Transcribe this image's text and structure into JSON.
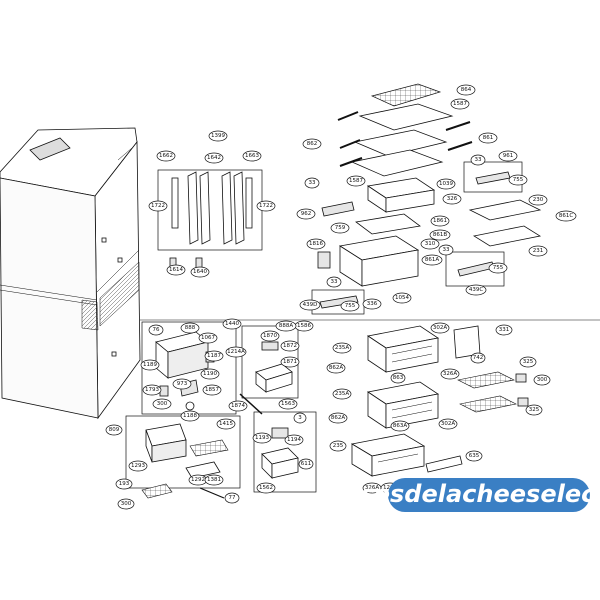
{
  "callouts": [
    {
      "id": "c864",
      "text": "864"
    },
    {
      "id": "c1587a",
      "text": "1587"
    },
    {
      "id": "c862",
      "text": "862"
    },
    {
      "id": "c861",
      "text": "861"
    },
    {
      "id": "c1587b",
      "text": "1587"
    },
    {
      "id": "c33a",
      "text": "33"
    },
    {
      "id": "c961",
      "text": "961"
    },
    {
      "id": "c755a",
      "text": "755"
    },
    {
      "id": "c1039",
      "text": "1039"
    },
    {
      "id": "c33b",
      "text": "33"
    },
    {
      "id": "c326",
      "text": "326"
    },
    {
      "id": "c962",
      "text": "962"
    },
    {
      "id": "c1861",
      "text": "1861"
    },
    {
      "id": "c759",
      "text": "759"
    },
    {
      "id": "c861b",
      "text": "861B"
    },
    {
      "id": "c230",
      "text": "230"
    },
    {
      "id": "c861c",
      "text": "861C"
    },
    {
      "id": "c1816",
      "text": "1816"
    },
    {
      "id": "c310",
      "text": "310"
    },
    {
      "id": "c33c",
      "text": "33"
    },
    {
      "id": "c861a",
      "text": "861A"
    },
    {
      "id": "c231",
      "text": "231"
    },
    {
      "id": "c755b",
      "text": "755"
    },
    {
      "id": "c33d",
      "text": "33"
    },
    {
      "id": "c439c",
      "text": "439C"
    },
    {
      "id": "c439d",
      "text": "439D"
    },
    {
      "id": "c755c",
      "text": "755"
    },
    {
      "id": "c336",
      "text": "336"
    },
    {
      "id": "c1054",
      "text": "1054"
    },
    {
      "id": "c1399",
      "text": "1399"
    },
    {
      "id": "c1662",
      "text": "1662"
    },
    {
      "id": "c1642",
      "text": "1642"
    },
    {
      "id": "c1663",
      "text": "1663"
    },
    {
      "id": "c1722a",
      "text": "1722"
    },
    {
      "id": "c1722b",
      "text": "1722"
    },
    {
      "id": "c1614",
      "text": "1614"
    },
    {
      "id": "c1640",
      "text": "1640"
    },
    {
      "id": "c76",
      "text": "76"
    },
    {
      "id": "c888",
      "text": "888"
    },
    {
      "id": "c1440",
      "text": "1440"
    },
    {
      "id": "c1067",
      "text": "1067"
    },
    {
      "id": "c1189",
      "text": "1189"
    },
    {
      "id": "c1187",
      "text": "1187"
    },
    {
      "id": "c1190",
      "text": "1190"
    },
    {
      "id": "c1793",
      "text": "1793"
    },
    {
      "id": "c973",
      "text": "973"
    },
    {
      "id": "c1857",
      "text": "1857"
    },
    {
      "id": "c300a",
      "text": "300"
    },
    {
      "id": "c1188",
      "text": "1188"
    },
    {
      "id": "c1586",
      "text": "1586"
    },
    {
      "id": "c888a",
      "text": "888A"
    },
    {
      "id": "c1870",
      "text": "1870"
    },
    {
      "id": "c1872",
      "text": "1872"
    },
    {
      "id": "c1214a",
      "text": "1214A"
    },
    {
      "id": "c1871",
      "text": "1871"
    },
    {
      "id": "c1563",
      "text": "1563"
    },
    {
      "id": "c1874",
      "text": "1874"
    },
    {
      "id": "c3",
      "text": "3"
    },
    {
      "id": "c1193",
      "text": "1193"
    },
    {
      "id": "c1194",
      "text": "1194"
    },
    {
      "id": "c611",
      "text": "611"
    },
    {
      "id": "c1562",
      "text": "1562"
    },
    {
      "id": "c1415",
      "text": "1415"
    },
    {
      "id": "c809",
      "text": "809"
    },
    {
      "id": "c1293a",
      "text": "1293"
    },
    {
      "id": "c1292",
      "text": "1292"
    },
    {
      "id": "c1381",
      "text": "1381"
    },
    {
      "id": "c77",
      "text": "77"
    },
    {
      "id": "c193",
      "text": "193"
    },
    {
      "id": "c300b",
      "text": "300"
    },
    {
      "id": "c302a1",
      "text": "302A"
    },
    {
      "id": "c331",
      "text": "331"
    },
    {
      "id": "c235a1",
      "text": "235A"
    },
    {
      "id": "c862a1",
      "text": "862A"
    },
    {
      "id": "c742",
      "text": "742"
    },
    {
      "id": "c325a",
      "text": "325"
    },
    {
      "id": "c863",
      "text": "863"
    },
    {
      "id": "c326a1",
      "text": "326A"
    },
    {
      "id": "c300c",
      "text": "300"
    },
    {
      "id": "c235a2",
      "text": "235A"
    },
    {
      "id": "c862a2",
      "text": "862A"
    },
    {
      "id": "c325b",
      "text": "325"
    },
    {
      "id": "c863a",
      "text": "863A"
    },
    {
      "id": "c302a2",
      "text": "302A"
    },
    {
      "id": "c235",
      "text": "235"
    },
    {
      "id": "c635",
      "text": "635"
    },
    {
      "id": "c326a2",
      "text": "326A"
    },
    {
      "id": "c1260",
      "text": "1260"
    }
  ],
  "watermark": {
    "text": "piecesdelacheeselec.com",
    "bg_color": "#3a7fc4",
    "text_color": "#ffffff"
  }
}
